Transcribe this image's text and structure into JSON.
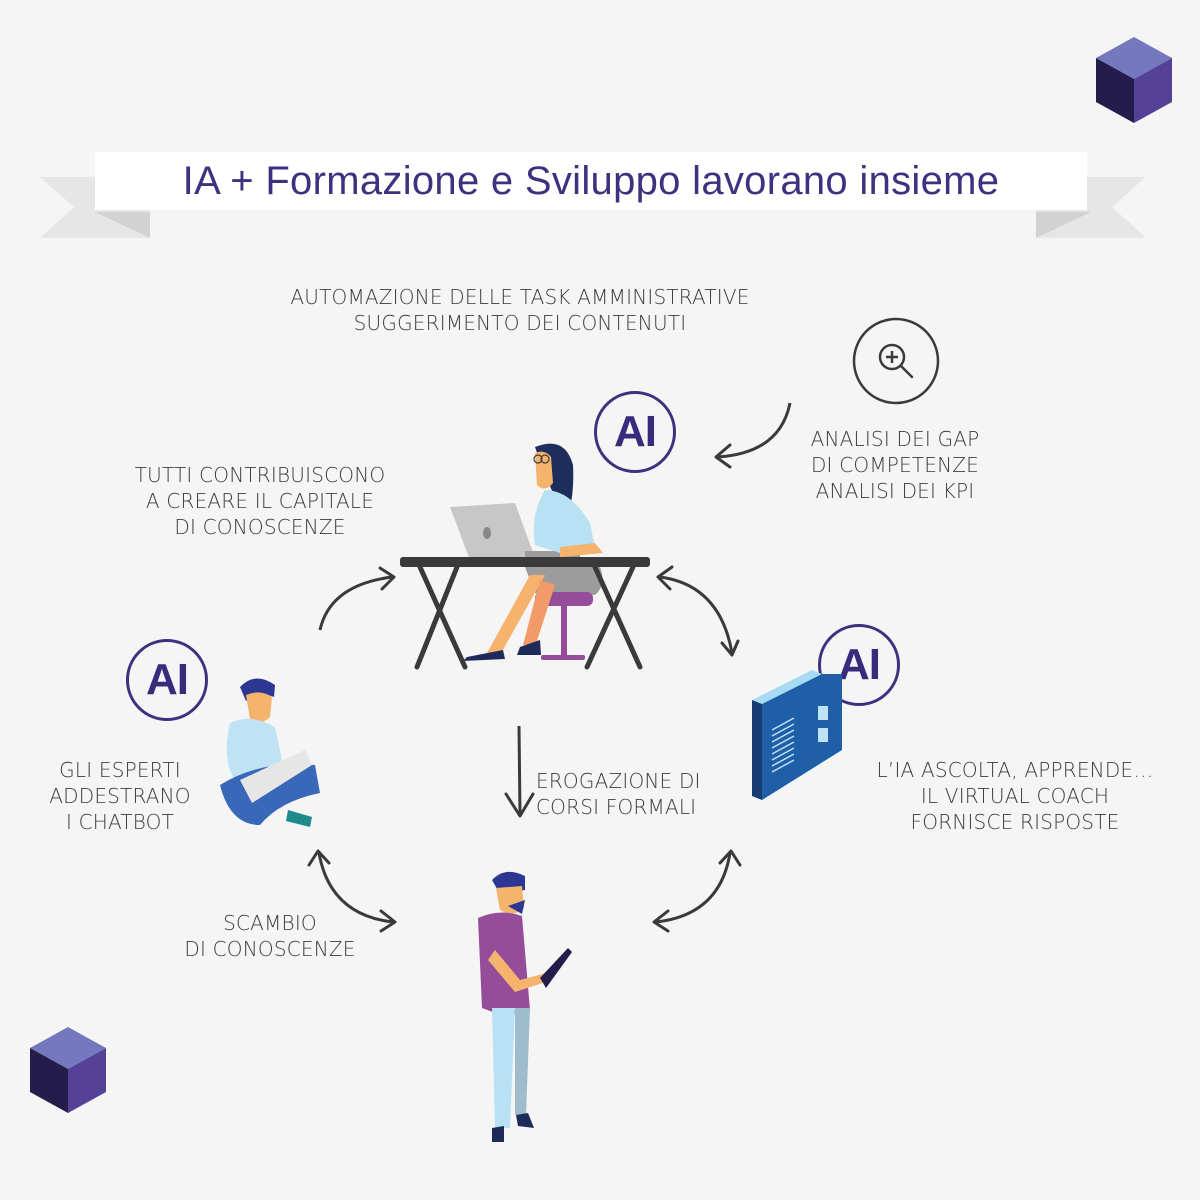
{
  "title": "IA + Formazione e Sviluppo lavorano insieme",
  "colors": {
    "background": "#f5f5f5",
    "title_text": "#3f317f",
    "ribbon_light": "#e6e6e6",
    "ribbon_dark": "#d2d2d2",
    "cube_top": "#7478bd",
    "cube_left": "#241c4a",
    "cube_right": "#554198",
    "ai_badge": "#3f317f",
    "arrow": "#3a3a3a",
    "monitor_blue": "#1f5fa8"
  },
  "ai_badge_label": "AI",
  "labels": {
    "automation": [
      "AUTOMAZIONE DELLE TASK AMMINISTRATIVE",
      "SUGGERIMENTO DEI CONTENUTI"
    ],
    "gap_analysis": [
      "ANALISI DEI GAP",
      "DI COMPETENZE",
      "ANALISI DEI KPI"
    ],
    "contribution": [
      "TUTTI CONTRIBUISCONO",
      "A CREARE IL CAPITALE",
      "DI CONOSCENZE"
    ],
    "experts": [
      "GLI ESPERTI",
      "ADDESTRANO",
      "I CHATBOT"
    ],
    "formal_courses": [
      "EROGAZIONE DI",
      "CORSI FORMALI"
    ],
    "virtual_coach": [
      "L’IA ASCOLTA, APPRENDE…",
      "IL VIRTUAL COACH",
      "FORNISCE RISPOSTE"
    ],
    "knowledge_exchange": [
      "SCAMBIO",
      "DI CONOSCENZE"
    ]
  },
  "icons": {
    "magnifier": "zoom-in-icon",
    "cube": "cube-icon",
    "monitor": "document-screen-icon"
  }
}
